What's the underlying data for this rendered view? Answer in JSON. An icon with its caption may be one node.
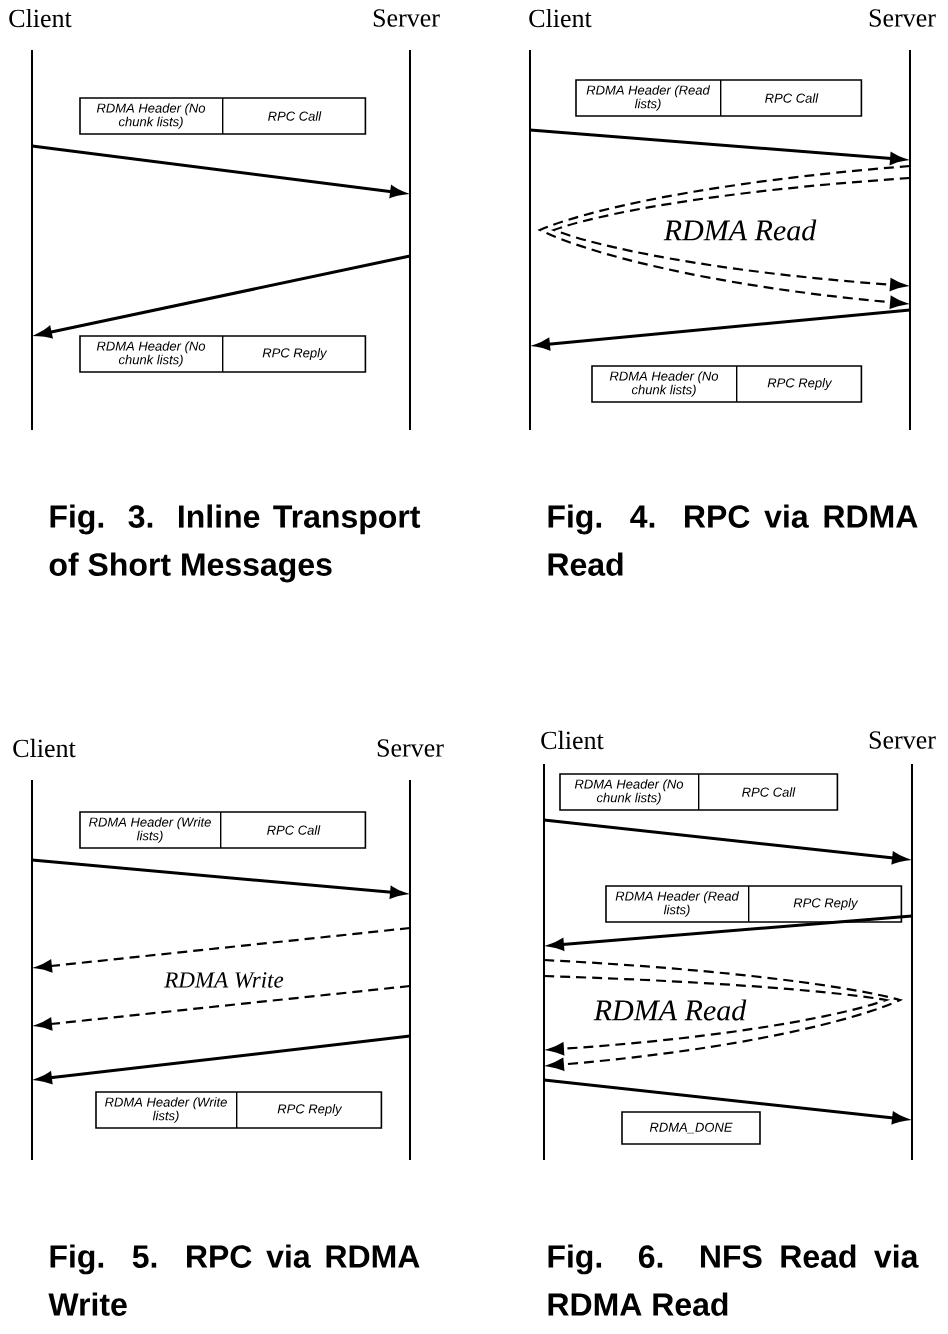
{
  "diagram": {
    "nodes": [
      {
        "text": [],
        "shape": "line"
      },
      {
        "text": [],
        "shape": "line"
      },
      {
        "text": [
          "RDMA Header (No chunk lists)",
          "RPC Call"
        ]
      },
      {
        "text": [
          "RDMA Header (No chunk lists)",
          "RPC Reply"
        ]
      },
      {
        "text": [],
        "shape": "line"
      },
      {
        "text": [],
        "shape": "line"
      },
      {
        "text": [
          "RDMA Header (Read lists)",
          "RPC Call"
        ]
      },
      {
        "text": [
          "RDMA Header (No chunk lists)",
          "RPC Reply"
        ]
      },
      {
        "text": [],
        "shape": "line"
      },
      {
        "text": [],
        "shape": "line"
      },
      {
        "text": [
          "RDMA Header (Write lists)",
          "RPC Call"
        ]
      },
      {
        "text": [
          "RDMA Header (Write lists)",
          "RPC Reply"
        ]
      },
      {
        "text": [],
        "shape": "line"
      },
      {
        "text": [],
        "shape": "line"
      },
      {
        "text": [
          "RDMA Header (No chunk lists)",
          "RPC Call"
        ]
      },
      {
        "text": [
          "RDMA Header (Read lists)",
          "RPC Reply"
        ]
      },
      {
        "text": [
          "RDMA_DONE"
        ]
      }
    ],
    "edges": [
      {
        "from": 0,
        "to": 1,
        "arrow": "to"
      },
      {
        "from": 1,
        "to": 0,
        "arrow": "to"
      },
      {
        "from": 4,
        "to": 5,
        "arrow": "to"
      },
      {
        "from": 5,
        "to": 5,
        "arrow": "to",
        "style": "dashed"
      },
      {
        "from": 5,
        "to": 5,
        "arrow": "to",
        "style": "dashed"
      },
      {
        "from": 5,
        "to": 4,
        "arrow": "to"
      },
      {
        "from": 8,
        "to": 9,
        "arrow": "to"
      },
      {
        "from": 9,
        "to": 8,
        "arrow": "to",
        "style": "dashed"
      },
      {
        "from": 9,
        "to": 8,
        "arrow": "to",
        "style": "dashed"
      },
      {
        "from": 9,
        "to": 8,
        "arrow": "to"
      },
      {
        "from": 12,
        "to": 13,
        "arrow": "to"
      },
      {
        "from": 13,
        "to": 12,
        "arrow": "to"
      },
      {
        "from": 12,
        "to": 12,
        "arrow": "to",
        "style": "dashed"
      },
      {
        "from": 12,
        "to": 12,
        "arrow": "to",
        "style": "dashed"
      },
      {
        "from": 12,
        "to": 13,
        "arrow": "to"
      }
    ],
    "labels": [
      "Client",
      "Server",
      "Client",
      "Server",
      "RDMA Read",
      "Fig. 3. Inline Transport of Short Messages",
      "Fig. 4. RPC via RDMA Read",
      "Client",
      "Server",
      "Client",
      "Server",
      "RDMA Write",
      "RDMA Read",
      "Fig. 5. RPC via RDMA Write",
      "Fig. 6. NFS Read via RDMA Read"
    ]
  }
}
